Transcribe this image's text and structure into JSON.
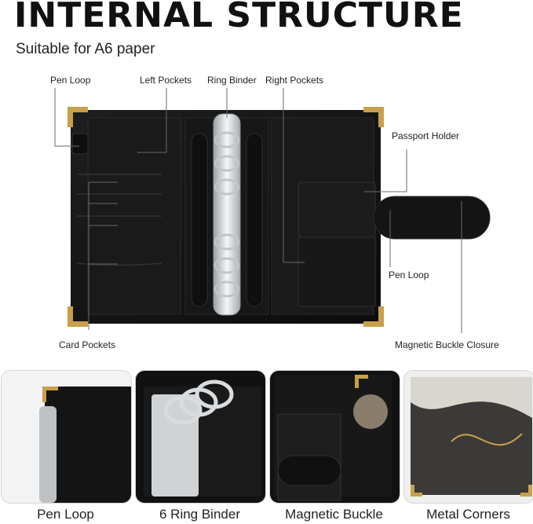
{
  "heading": {
    "title": "INTERNAL STRUCTURE",
    "subtitle": "Suitable for A6 paper"
  },
  "callouts": {
    "pen_loop_top": "Pen Loop",
    "left_pockets": "Left Pockets",
    "ring_binder": "Ring Binder",
    "right_pockets": "Right Pockets",
    "passport_holder": "Passport Holder",
    "pen_loop_right": "Pen Loop",
    "card_pockets": "Card Pockets",
    "magnetic_buckle_closure": "Magnetic Buckle Closure"
  },
  "thumbnails": [
    {
      "caption": "Pen Loop"
    },
    {
      "caption": "6 Ring Binder"
    },
    {
      "caption": "Magnetic Buckle"
    },
    {
      "caption": "Metal Corners"
    }
  ],
  "colors": {
    "leather": "#161616",
    "gold": "#c9a04a",
    "silver": "#cfd3d6"
  }
}
